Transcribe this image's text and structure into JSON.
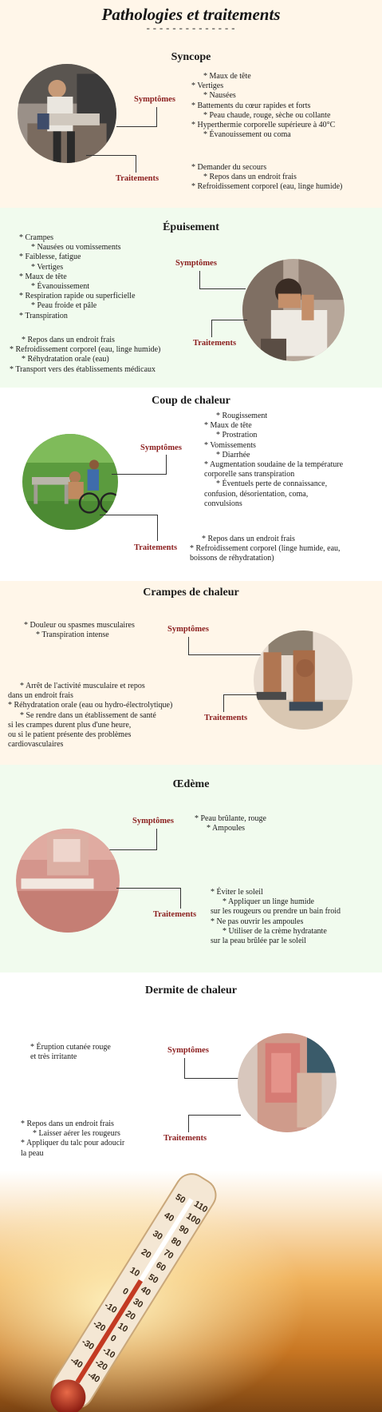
{
  "header": {
    "title": "Pathologies et traitements",
    "underline": "--------------"
  },
  "labels": {
    "symptoms": "Symptômes",
    "treatments": "Traitements"
  },
  "sections": [
    {
      "title": "Syncope",
      "image": "man-carrying-person-photo",
      "symptoms": "      * Maux de tête\n* Vertiges\n      * Nausées\n* Battements du cœur rapides et forts\n      * Peau chaude, rouge, sèche ou collante\n* Hyperthermie corporelle supérieure à 40°C\n      * Évanouissement ou coma",
      "treatments": "* Demander du secours\n      * Repos dans un endroit frais\n* Refroidissement corporel (eau, linge humide)"
    },
    {
      "title": "Épuisement",
      "image": "exhausted-man-photo",
      "symptoms": "* Crampes\n      * Nausées ou vomissements\n* Faiblesse, fatigue\n      * Vertiges\n* Maux de tête\n      * Évanouissement\n* Respiration rapide ou superficielle\n      * Peau froide et pâle\n* Transpiration",
      "treatments": "      * Repos dans un endroit frais\n* Refroidissement corporel (eau, linge humide)\n      * Réhydratation orale (eau)\n* Transport vers des établissements médicaux"
    },
    {
      "title": "Coup de chaleur",
      "image": "cyclist-park-bench-photo",
      "symptoms": "      * Rougissement\n* Maux de tête\n      * Prostration\n* Vomissements\n      * Diarrhée\n* Augmentation soudaine de la température\ncorporelle sans transpiration\n      * Éventuels perte de connaissance,\nconfusion, désorientation, coma,\nconvulsions",
      "treatments": "      * Repos dans un endroit frais\n* Refroidissement corporel (linge humide, eau,\nboissons de réhydratation)"
    },
    {
      "title": "Crampes de chaleur",
      "image": "runner-calf-cramp-photo",
      "symptoms": "* Douleur ou spasmes musculaires\n      * Transpiration intense",
      "treatments": "      * Arrêt de l'activité musculaire et repos\ndans un endroit frais\n* Réhydratation orale (eau ou hydro-électrolytique)\n      * Se rendre dans un établissement de santé\nsi les crampes durent plus d'une heure,\nou si le patient présente des problèmes\ncardiovasculaires"
    },
    {
      "title": "Œdème",
      "image": "skin-blister-photo",
      "symptoms": "* Peau brûlante, rouge\n      * Ampoules",
      "treatments": "* Éviter le soleil\n      * Appliquer un linge humide\nsur les rougeurs ou prendre un bain froid\n* Ne pas ouvrir les ampoules\n      * Utiliser de la crème hydratante\nsur la peau brûlée par le soleil"
    },
    {
      "title": "Dermite de chaleur",
      "image": "heat-rash-arm-photo",
      "symptoms": "* Éruption cutanée rouge\net très irritante",
      "treatments": "* Repos dans un endroit frais\n      * Laisser aérer les rougeurs\n* Appliquer du talc pour adoucir\nla peau"
    }
  ],
  "footer_image": "thermometer-sunset-photo",
  "thermometer_scale": {
    "left": [
      "50",
      "40",
      "30",
      "20",
      "10",
      "0",
      "-10",
      "-20",
      "-30",
      "-40"
    ],
    "right": [
      "110",
      "100",
      "90",
      "80",
      "70",
      "60",
      "50",
      "40",
      "30",
      "20",
      "10",
      "0",
      "-10",
      "-20",
      "-40"
    ]
  },
  "colors": {
    "cream": "#fff6e9",
    "mint": "#f1fbee",
    "label_red": "#8b1e1e"
  }
}
